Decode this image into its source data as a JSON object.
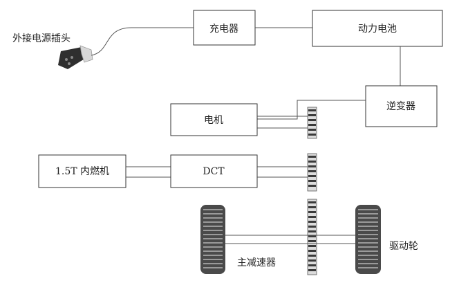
{
  "labels": {
    "external_plug": "外接电源插头",
    "charger": "充电器",
    "battery": "动力电池",
    "inverter": "逆变器",
    "motor": "电机",
    "dct": "DCT",
    "engine": "1.5T 内燃机",
    "final_drive": "主减速器",
    "drive_wheel": "驱动轮"
  },
  "colors": {
    "line": "#555555",
    "box_stroke": "#333333",
    "tire_dark": "#4a4a4a",
    "tire_tread": "#9a9a9a",
    "plug_body": "#2f2f2f",
    "plug_light": "#d8d8d8"
  },
  "icons": {
    "plug": "charging-plug-icon",
    "wheel": "tire-icon"
  }
}
